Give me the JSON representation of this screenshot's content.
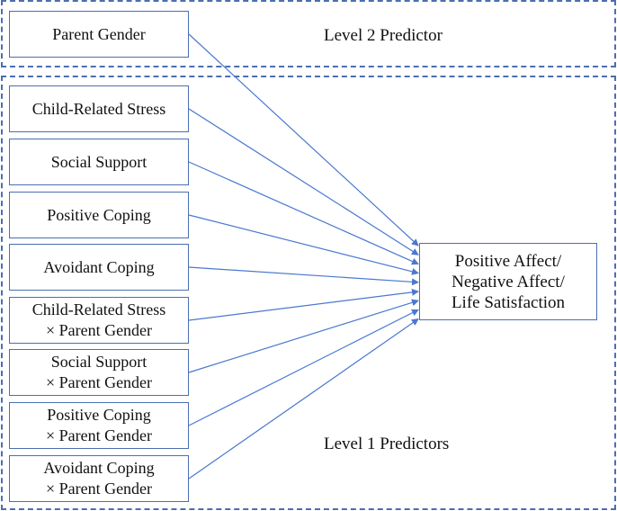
{
  "level2": {
    "label": "Level 2 Predictor",
    "predictor": "Parent Gender"
  },
  "level1": {
    "label": "Level 1 Predictors",
    "predictors": [
      {
        "line1": "Child-Related Stress",
        "line2": ""
      },
      {
        "line1": "Social Support",
        "line2": ""
      },
      {
        "line1": "Positive Coping",
        "line2": ""
      },
      {
        "line1": "Avoidant Coping",
        "line2": ""
      },
      {
        "line1": "Child-Related Stress",
        "line2": "× Parent Gender"
      },
      {
        "line1": "Social Support",
        "line2": "× Parent Gender"
      },
      {
        "line1": "Positive Coping",
        "line2": "× Parent Gender"
      },
      {
        "line1": "Avoidant Coping",
        "line2": "× Parent Gender"
      }
    ]
  },
  "outcome": {
    "line1": "Positive Affect/",
    "line2": "Negative Affect/",
    "line3": "Life Satisfaction"
  },
  "colors": {
    "line": "#4a6fb0",
    "arrow": "#4a78d0"
  }
}
